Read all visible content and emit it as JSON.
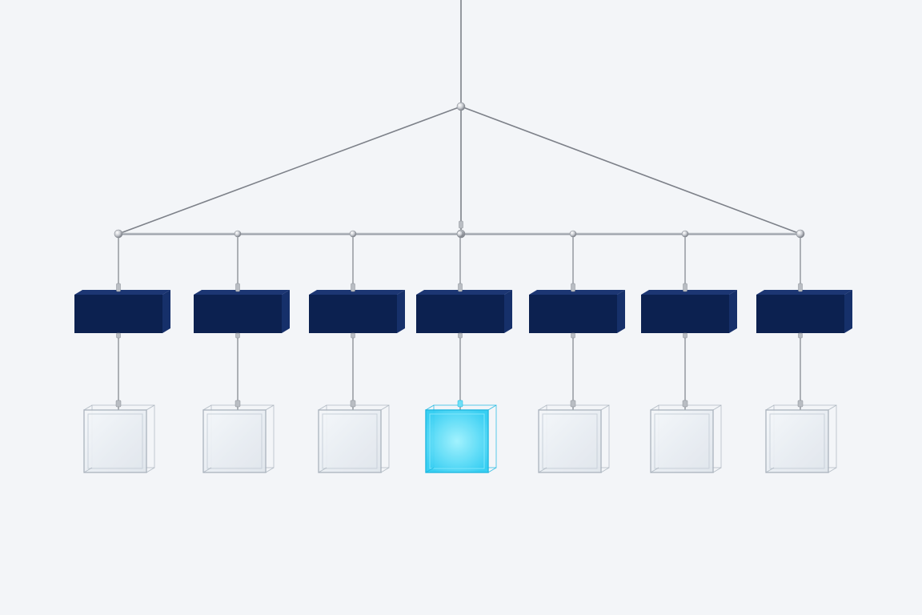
{
  "diagram": {
    "kind": "hanging-mobile-hierarchy",
    "tiers": 3,
    "columns": 7,
    "highlighted_index": 3,
    "colors": {
      "background": "#f3f5f8",
      "wire": "#7d8189",
      "joint": "#c9ccd2",
      "dark_block": "#0c2150",
      "dark_block_side": "#16306a",
      "glass_fill": "#e6ebf1",
      "glass_edge": "#aab3bd",
      "highlight_fill": "#37d4f5",
      "highlight_edge": "#16b6e0"
    },
    "nodes": [
      {
        "id": "root",
        "role": "top-anchor"
      },
      {
        "id": "mid-1",
        "role": "dark-block"
      },
      {
        "id": "mid-2",
        "role": "dark-block"
      },
      {
        "id": "mid-3",
        "role": "dark-block"
      },
      {
        "id": "mid-4",
        "role": "dark-block"
      },
      {
        "id": "mid-5",
        "role": "dark-block"
      },
      {
        "id": "mid-6",
        "role": "dark-block"
      },
      {
        "id": "mid-7",
        "role": "dark-block"
      },
      {
        "id": "leaf-1",
        "role": "glass-cube"
      },
      {
        "id": "leaf-2",
        "role": "glass-cube"
      },
      {
        "id": "leaf-3",
        "role": "glass-cube"
      },
      {
        "id": "leaf-4",
        "role": "glass-cube-highlighted"
      },
      {
        "id": "leaf-5",
        "role": "glass-cube"
      },
      {
        "id": "leaf-6",
        "role": "glass-cube"
      },
      {
        "id": "leaf-7",
        "role": "glass-cube"
      }
    ]
  }
}
